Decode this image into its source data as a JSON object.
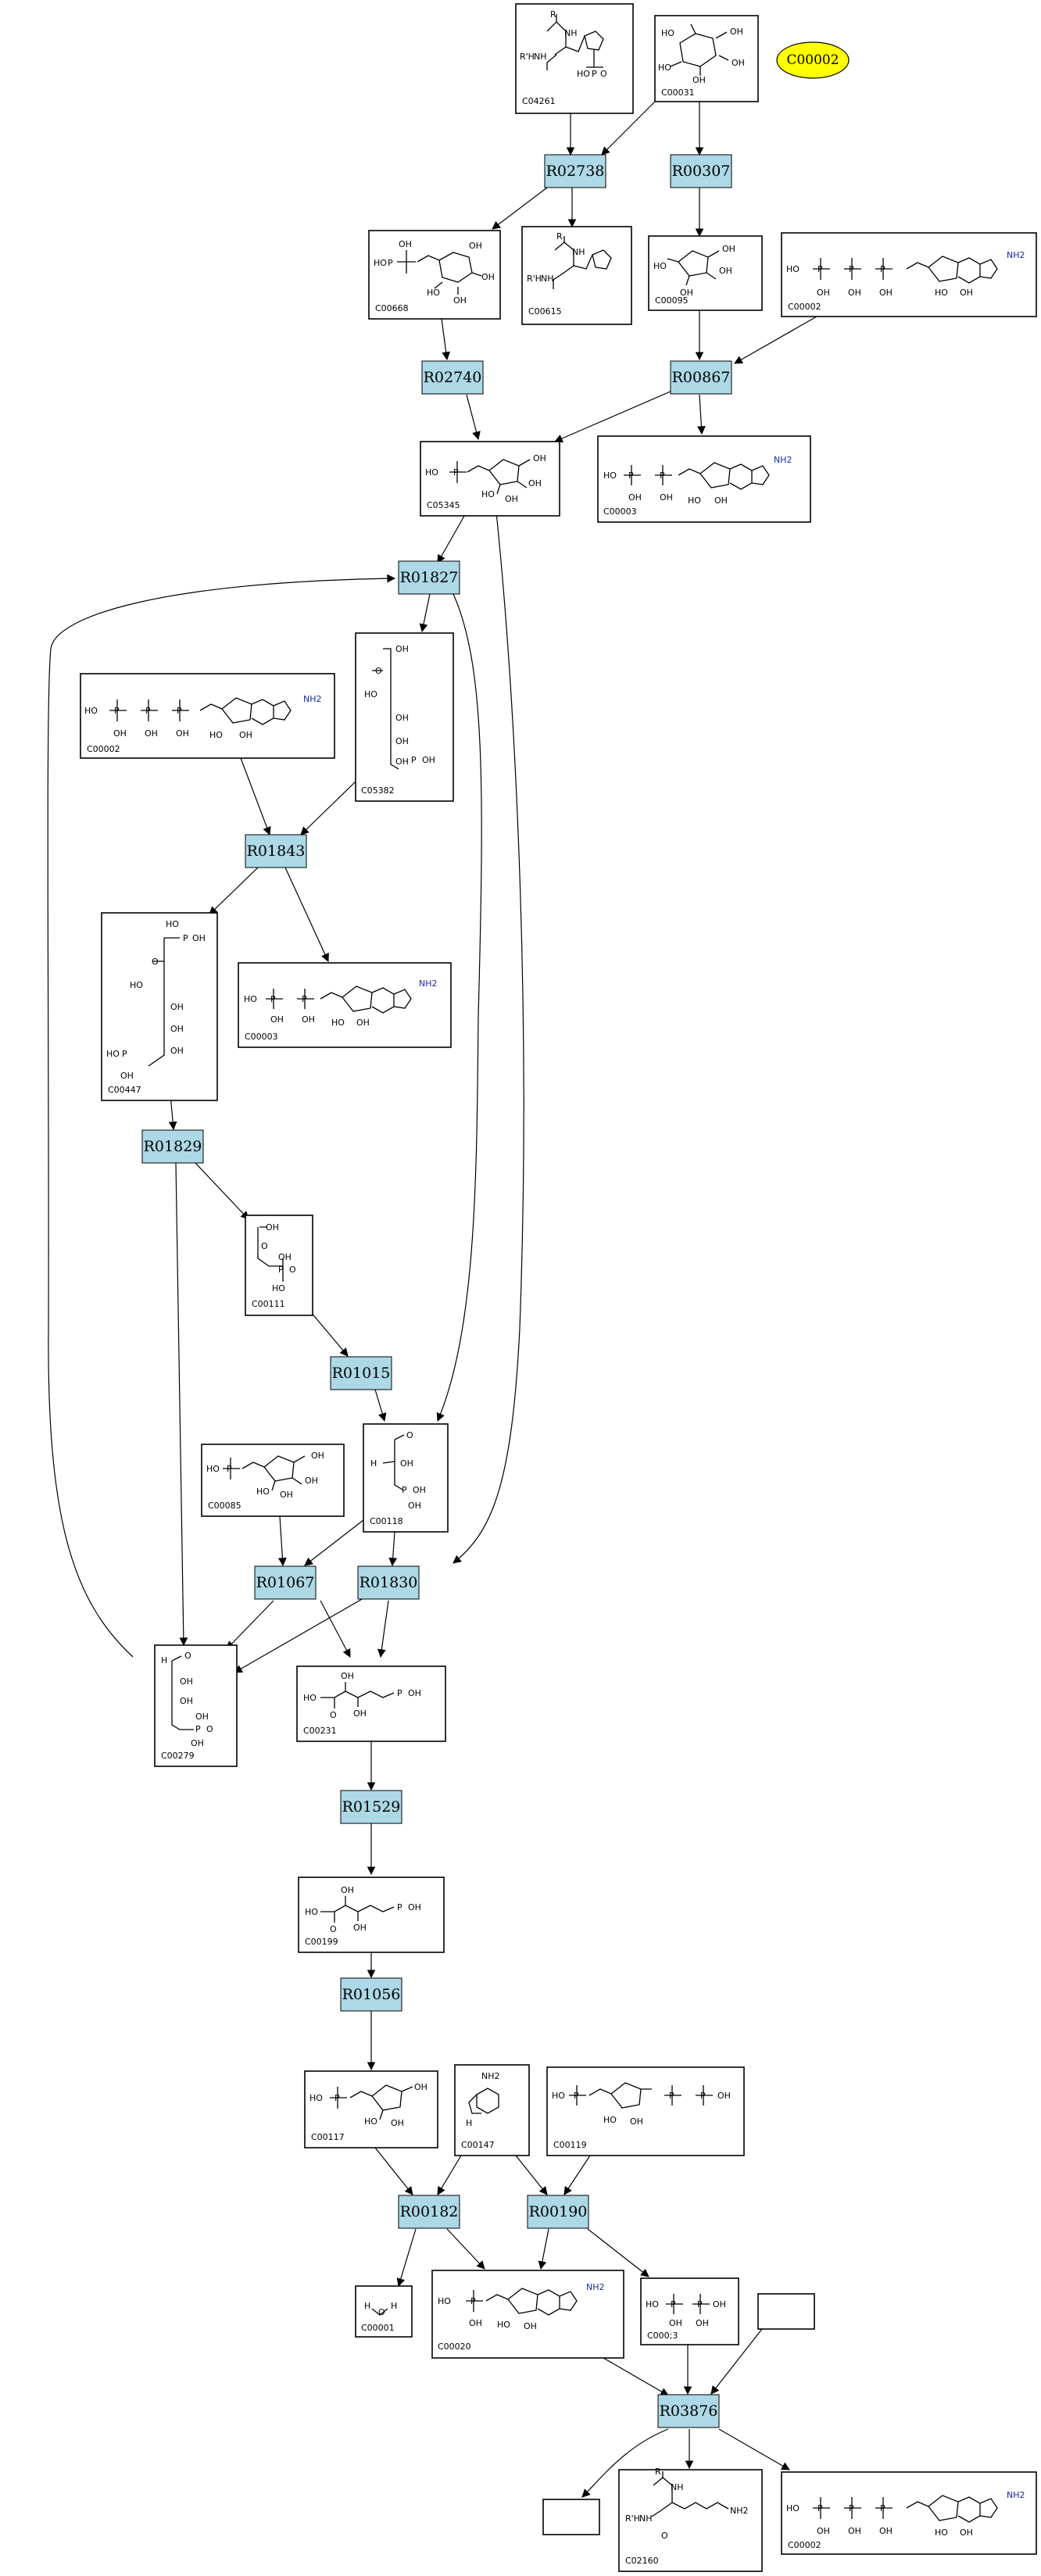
{
  "highlight_node": {
    "label": "C00002",
    "color": "#ffff00"
  },
  "reaction_color": "#add8e6",
  "reactions": [
    "R02738",
    "R00307",
    "R02740",
    "R00867",
    "R01827",
    "R01843",
    "R01829",
    "R01015",
    "R01067",
    "R01830",
    "R01529",
    "R01056",
    "R00182",
    "R00190",
    "R03876"
  ],
  "compound_ids": [
    "C04261",
    "C00031",
    "C00668",
    "C00615",
    "C00095",
    "C00002",
    "C05345",
    "C00003",
    "C00002",
    "C05382",
    "C00447",
    "C00003",
    "C00111",
    "C00085",
    "C00118",
    "C00279",
    "C00231",
    "C00199",
    "C00117",
    "C00147",
    "C00119",
    "C00001",
    "C00020",
    "C000;3",
    "C02160",
    "C00002"
  ],
  "structure_text": {
    "oh": "OH",
    "ho": "HO",
    "o": "O",
    "p": "P",
    "r": "R",
    "nh": "NH",
    "rh": "R'H",
    "nh2": "NH2",
    "n": "N",
    "nh_ring": "H",
    "h": "H",
    "oh_p": "P-OH",
    "o_minus": "O-"
  }
}
